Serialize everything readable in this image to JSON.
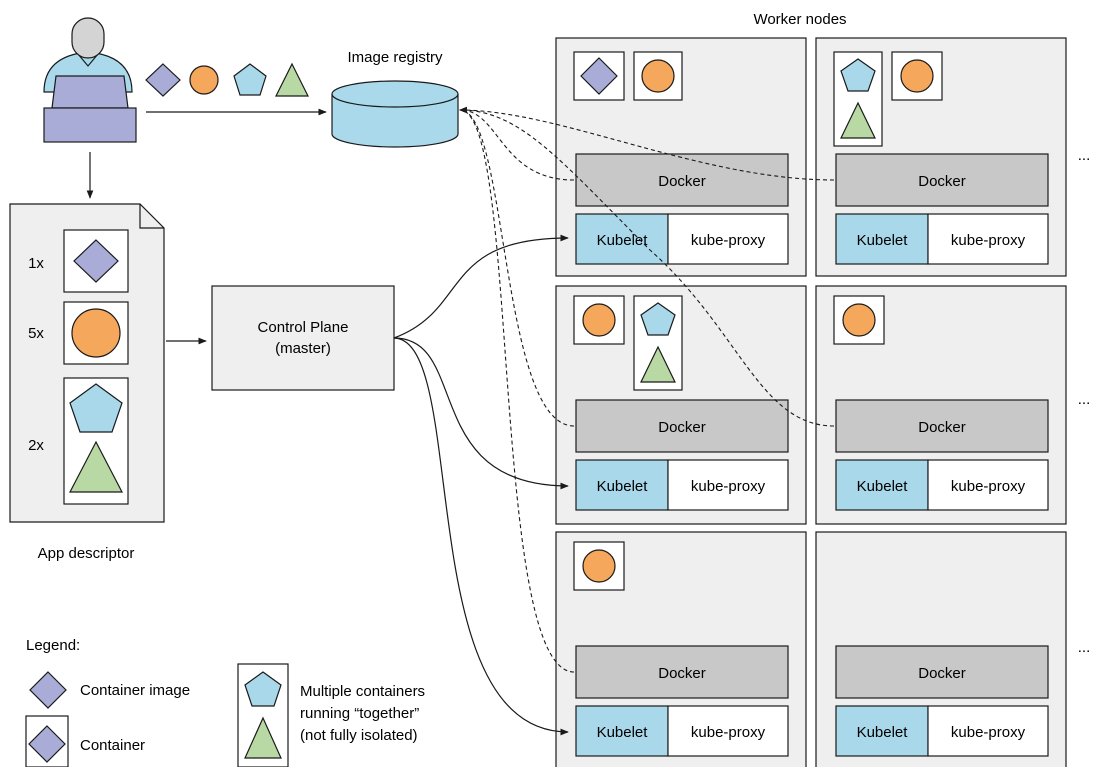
{
  "labels": {
    "worker_nodes": "Worker nodes",
    "image_registry": "Image registry",
    "app_descriptor": "App descriptor",
    "control_plane_line1": "Control Plane",
    "control_plane_line2": "(master)",
    "ellipsis": "..."
  },
  "descriptor": {
    "rows": [
      {
        "count": "1x",
        "shape": "diamond"
      },
      {
        "count": "5x",
        "shape": "circle"
      },
      {
        "count": "2x",
        "shape": "pentagon+triangle"
      }
    ]
  },
  "node": {
    "docker": "Docker",
    "kubelet": "Kubelet",
    "kube_proxy": "kube-proxy"
  },
  "legend": {
    "title": "Legend:",
    "container_image": "Container image",
    "container": "Container",
    "multi_line1": "Multiple containers",
    "multi_line2": "running “together”",
    "multi_line3": "(not fully isolated)"
  },
  "colors": {
    "diamond": "#a9acd6",
    "circle": "#f5a85c",
    "pentagon": "#a8d8ea",
    "triangle": "#b8d9a4",
    "kubelet": "#a8d8ea",
    "docker": "#c8c8c8",
    "node_bg": "#efefef",
    "user_shirt": "#aad9ec",
    "laptop": "#a9acd6",
    "user_head": "#d4d4d4"
  }
}
